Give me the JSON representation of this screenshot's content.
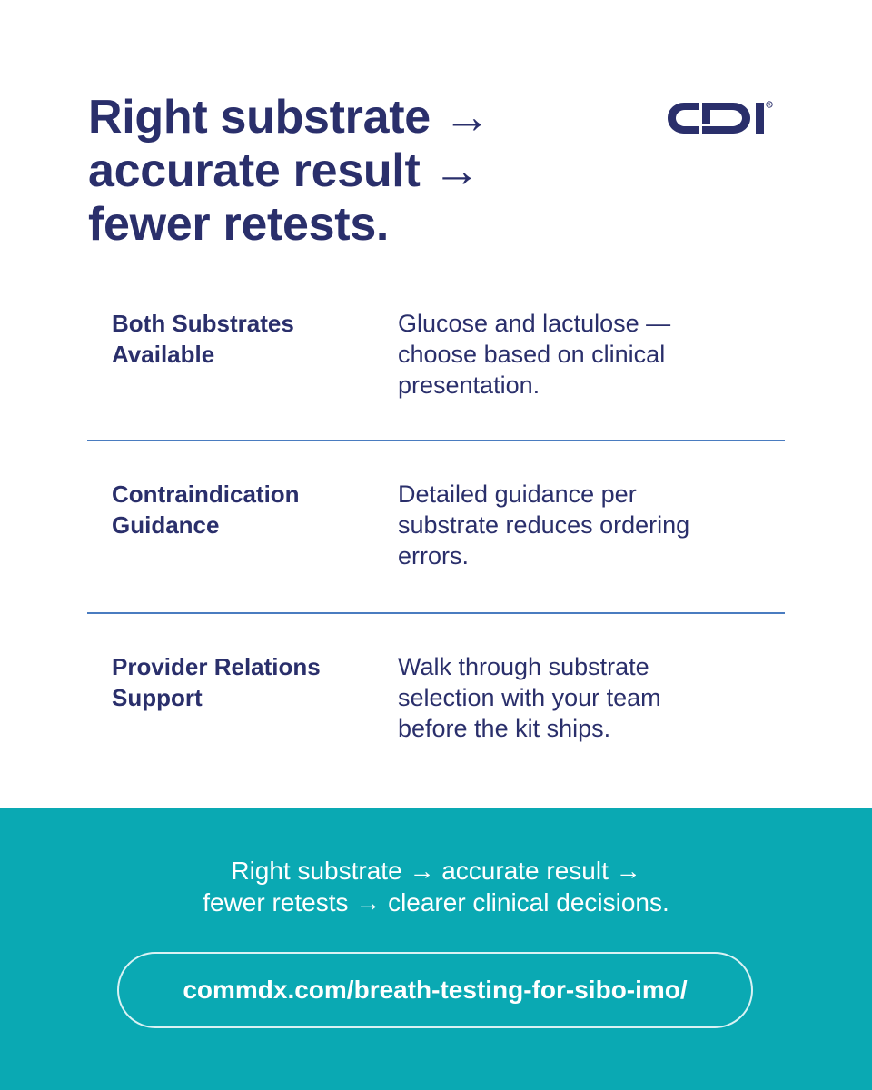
{
  "headline": {
    "line1": "Right substrate →",
    "line2": "accurate result →",
    "line3": "fewer retests."
  },
  "logo": {
    "text": "CDI",
    "color": "#2a2f6b"
  },
  "features": [
    {
      "label": "Both Substrates Available",
      "description": "Glucose and lactulose — choose based on clinical presentation."
    },
    {
      "label": "Contraindication Guidance",
      "description": "Detailed guidance per substrate reduces ordering errors."
    },
    {
      "label": "Provider Relations Support",
      "description": "Walk through substrate selection with your team before the kit ships."
    }
  ],
  "footer": {
    "line1": "Right substrate → accurate result →",
    "line2": "fewer retests → clearer clinical decisions.",
    "url": "commdx.com/breath-testing-for-sibo-imo/"
  },
  "colors": {
    "navy": "#2a2f6b",
    "divider": "#4a7cc0",
    "teal": "#0aa9b3",
    "background": "#ffffff"
  }
}
